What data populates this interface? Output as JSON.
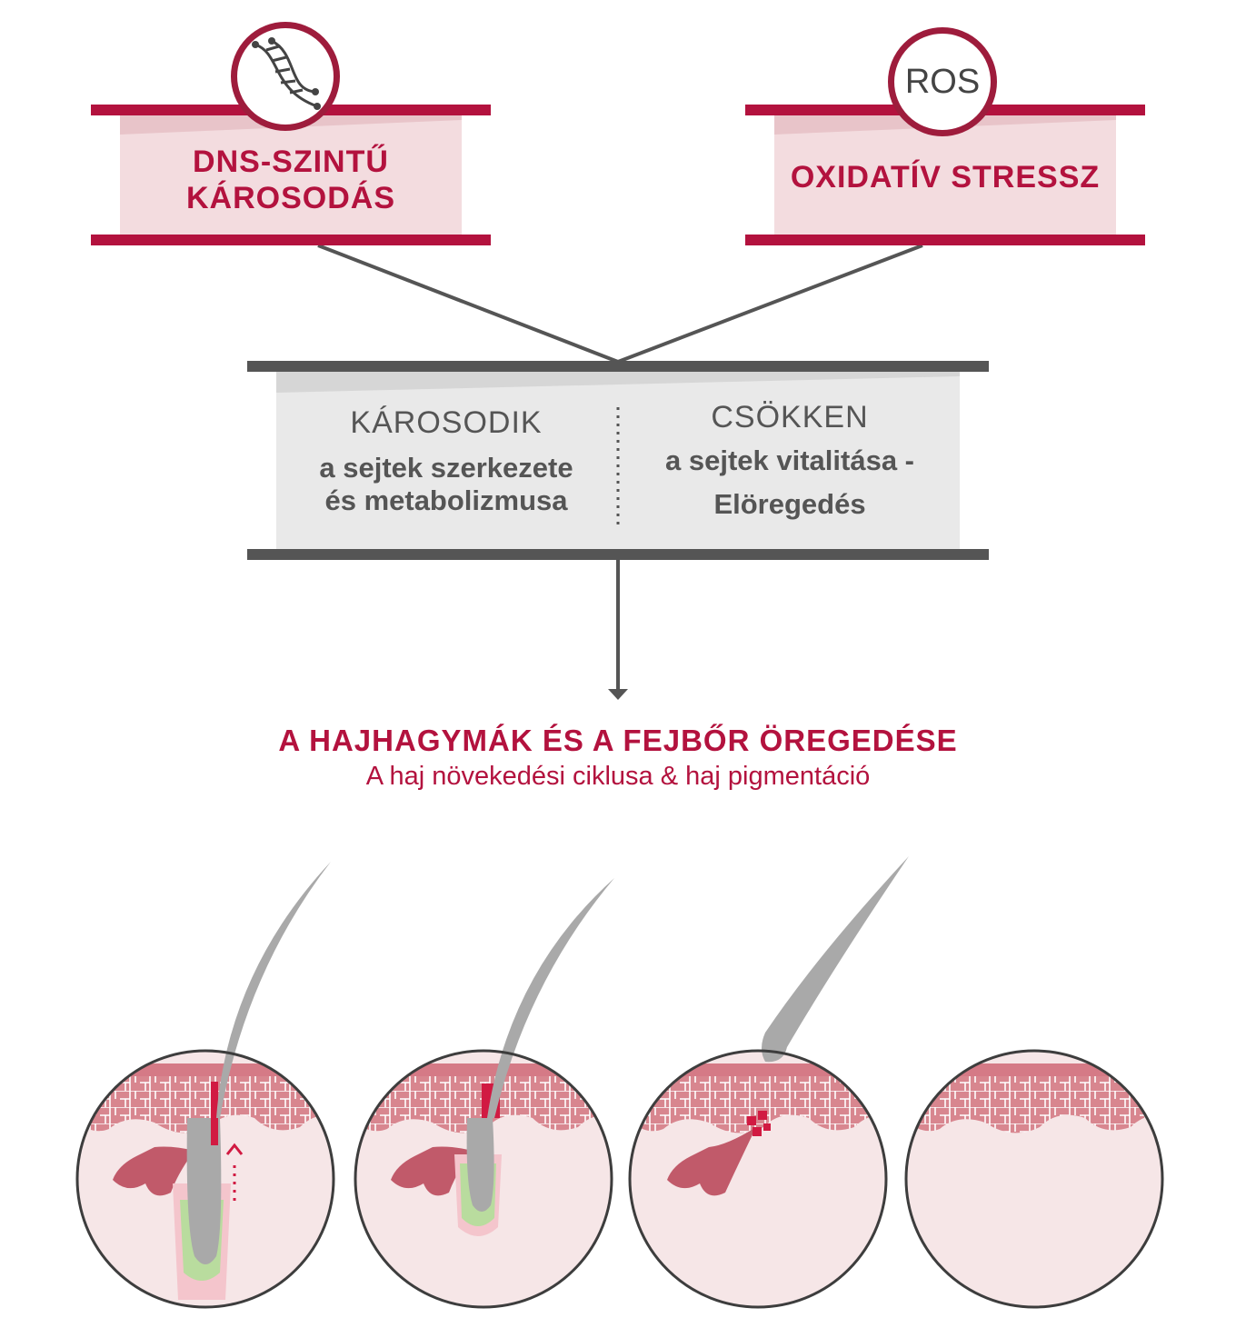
{
  "cause_left": {
    "icon": "dna-icon",
    "title_line1": "DNS-SZINTŰ",
    "title_line2": "KÁROSODÁS"
  },
  "cause_right": {
    "badge": "ROS",
    "title": "OXIDATÍV STRESSZ"
  },
  "effect": {
    "left_head": "KÁROSODIK",
    "left_sub1": "a sejtek szerkezete",
    "left_sub2": "és metabolizmusa",
    "right_head": "CSÖKKEN",
    "right_sub1": "a sejtek vitalitása -",
    "right_sub2": "Elöregedés"
  },
  "result": {
    "title": "A HAJHAGYMÁK ÉS A FEJBŐR ÖREGEDÉSE",
    "subtitle": "A haj növekedési ciklusa & haj pigmentáció"
  },
  "stages": [
    {
      "icon": "hair-follicle-healthy-icon"
    },
    {
      "icon": "hair-follicle-shrinking-icon"
    },
    {
      "icon": "hair-follicle-damaged-icon"
    },
    {
      "icon": "hair-follicle-lost-icon"
    }
  ],
  "colors": {
    "brand_red": "#b3123e",
    "pink_panel": "#f3dcdf",
    "gray_bar": "#555555",
    "gray_panel": "#e9e9e9"
  }
}
